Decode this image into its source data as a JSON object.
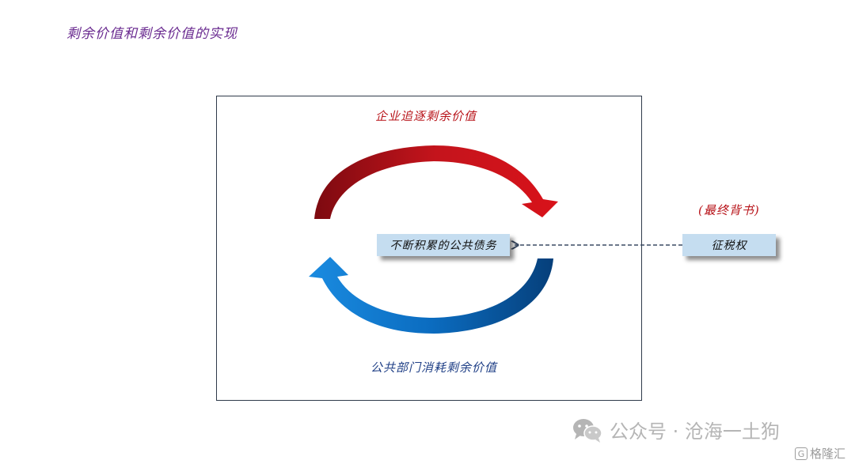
{
  "page_title": "剩余价值和剩余价值的实现",
  "diagram": {
    "top_label": "企业追逐剩余价值",
    "bottom_label": "公共部门消耗剩余价值",
    "center_box": "不断积累的公共债务",
    "right_box": "征税权",
    "right_label": "(最终背书)",
    "colors": {
      "red_arrow": "#b50d16",
      "blue_arrow": "#0a6bb8",
      "box_fill": "#c5ddf0",
      "frame": "#2f3a4a"
    }
  },
  "watermark": {
    "text": "公众号 · 沧海一土狗",
    "icon": "wechat-icon"
  },
  "corner_logo": {
    "glyph": "G",
    "text": "格隆汇"
  }
}
